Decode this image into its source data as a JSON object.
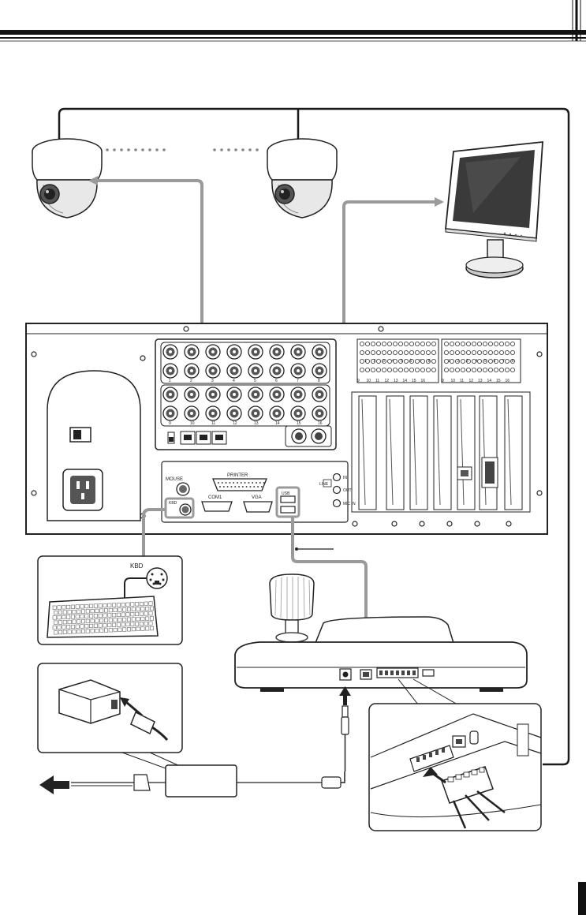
{
  "rear_panel": {
    "video_in_numbers_top": [
      "1",
      "2",
      "3",
      "4",
      "5",
      "6",
      "7",
      "8"
    ],
    "video_in_numbers_bottom": [
      "9",
      "10",
      "11",
      "12",
      "13",
      "14",
      "15",
      "16"
    ],
    "alarm_numbers_top": [
      "1",
      "2",
      "3",
      "4",
      "5",
      "6",
      "7",
      "8"
    ],
    "alarm_numbers_bottom": [
      "9",
      "10",
      "11",
      "12",
      "13",
      "14",
      "15",
      "16"
    ],
    "mouse_label": "MOUSE",
    "kbd_label": "KBD",
    "printer_label": "PRINTER",
    "com1_label": "COM1",
    "vga_label": "VGA",
    "usb_label": "USB",
    "audio_in_label": "IN",
    "audio_out_label": "OUT",
    "mic_in_label": "MIC IN",
    "line_label": "LINE"
  },
  "keyboard_inset": {
    "kbd_label": "KBD"
  },
  "colors": {
    "cable": "#9a9a9a",
    "line": "#1a1a1a",
    "frame_rule": "#111111"
  },
  "icons": [
    "dome-camera",
    "lcd-monitor",
    "keyboard",
    "ps2-port",
    "ptz-joystick-controller",
    "ac-adapter",
    "power-plug",
    "terminal-block",
    "arrow-left"
  ]
}
